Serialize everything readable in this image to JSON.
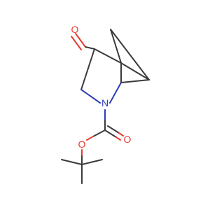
{
  "molecule": {
    "atoms": {
      "aldehyde_oxygen": {
        "symbol": "O",
        "color": "#e83b2f"
      },
      "ring_nitrogen": {
        "symbol": "N",
        "color": "#2e3db8"
      },
      "ester_oxygen": {
        "symbol": "O",
        "color": "#e83b2f"
      },
      "carbonyl_oxygen": {
        "symbol": "O",
        "color": "#e83b2f"
      }
    },
    "colors": {
      "bond": "#3a3a3a",
      "oxygen": "#e83b2f",
      "nitrogen": "#2e3db8",
      "background": "#ffffff"
    }
  }
}
